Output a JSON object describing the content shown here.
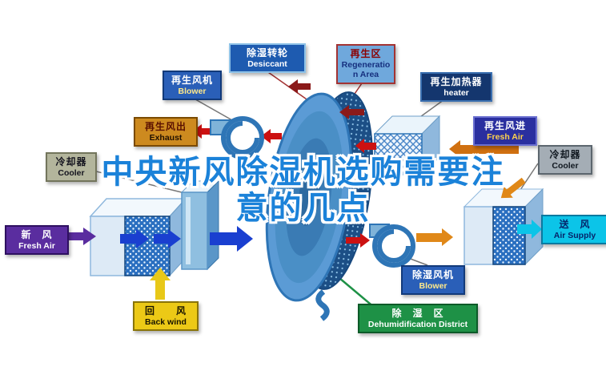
{
  "title": {
    "line1": "中央新风除湿机选购需要注",
    "line2": "意的几点"
  },
  "labels": {
    "desiccant": {
      "zh": "除湿转轮",
      "en": "Desiccant"
    },
    "regen_area": {
      "zh": "再生区",
      "en": "Regeneration Area"
    },
    "regen_blower": {
      "zh": "再生风机",
      "en": "Blower"
    },
    "regen_heater": {
      "zh": "再生加热器",
      "en": "heater"
    },
    "exhaust": {
      "zh": "再生风出",
      "en": "Exhaust"
    },
    "regen_fresh_air": {
      "zh": "再生风进",
      "en": "Fresh Air"
    },
    "cooler_left": {
      "zh": "冷却器",
      "en": "Cooler"
    },
    "cooler_right": {
      "zh": "冷却器",
      "en": "Cooler"
    },
    "fresh_air": {
      "zh": "新　风",
      "en": "Fresh Air"
    },
    "air_supply": {
      "zh": "送　风",
      "en": "Air Supply"
    },
    "back_wind": {
      "zh": "回　　风",
      "en": "Back wind"
    },
    "dehumid_blower": {
      "zh": "除湿风机",
      "en": "Blower"
    },
    "dehumid_district": {
      "zh": "除　湿　区",
      "en": "Dehumidification District"
    }
  },
  "palette": {
    "title_blue": "#1b82d9",
    "process_blue": "#1a3fd0",
    "regen_red": "#cc1111",
    "regen_dark_red": "#8b1a1a",
    "fresh_air_purple": "#5a2d9f",
    "return_yellow": "#e8c818",
    "supply_cyan": "#0cc4e8",
    "heat_orange": "#e08818",
    "regen_in_orange": "#d07010",
    "district_green": "#1e9146",
    "rotor_blue": "#5b9bd5"
  }
}
